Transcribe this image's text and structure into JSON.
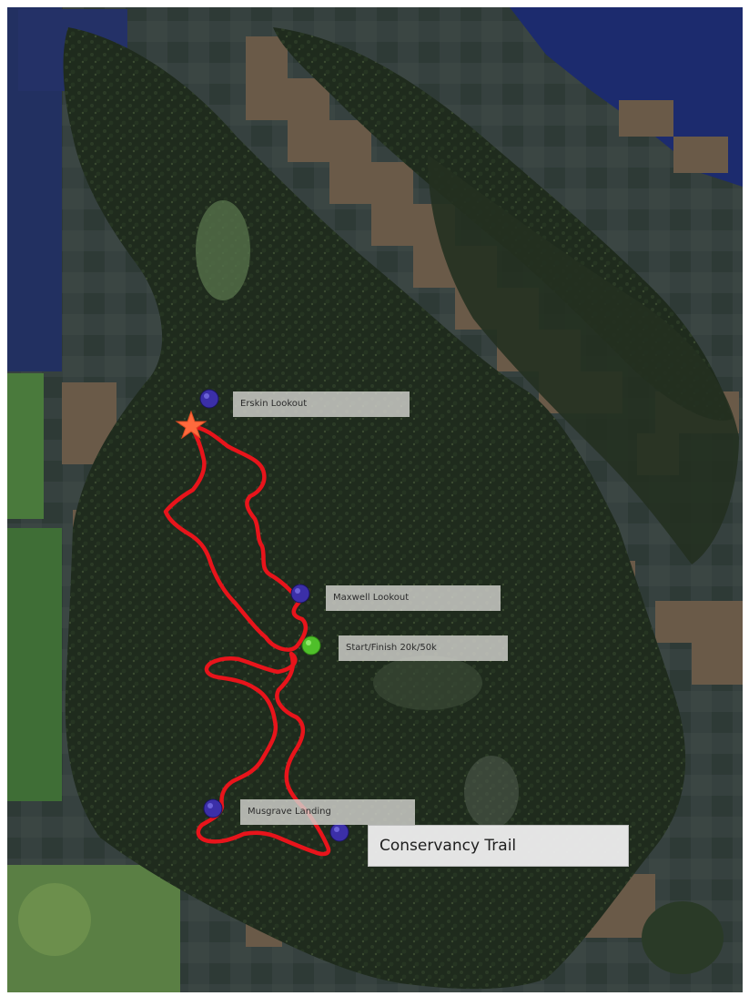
{
  "map": {
    "title": "Conservancy Trail",
    "markers": [
      {
        "id": "erskin",
        "label": "Erskin Lookout",
        "type": "lookout"
      },
      {
        "id": "maxwell",
        "label": "Maxwell Lookout",
        "type": "lookout"
      },
      {
        "id": "start",
        "label": "Start/Finish 20k/50k",
        "type": "start-finish"
      },
      {
        "id": "musgrave",
        "label": "Musgrave Landing",
        "type": "landing"
      }
    ],
    "colors": {
      "route": "#e8141b",
      "lookout_pin": "#3b2fa8",
      "start_pin": "#4fbf2a",
      "star": "#ff6a3d",
      "water": "#1c2b6e",
      "land": "#1e2a1c"
    }
  }
}
